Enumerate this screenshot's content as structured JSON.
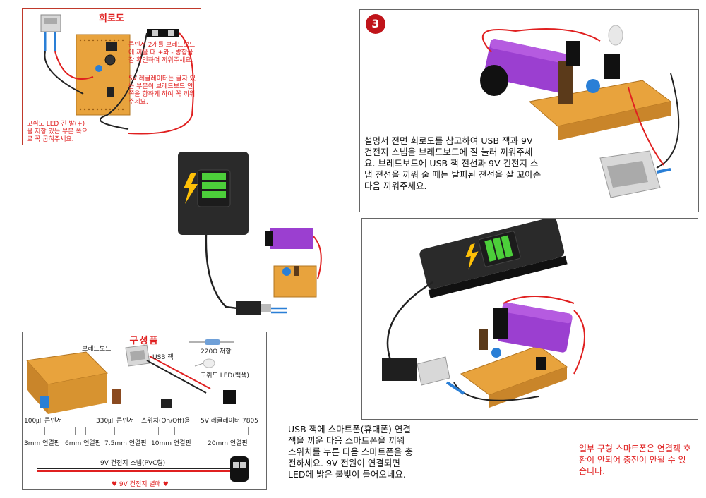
{
  "circuit_diagram": {
    "title": "회로도",
    "note_capacitor": "콘덴서 2개를 브레드보드에 끼울 때 +와 - 방향을 잘 확인하여 끼워주세요.",
    "note_regulator": "5V 레귤레이터는 글자 있는 부분이 브레드보드 안쪽을 향하게 하여 꼭 끼워주세요.",
    "note_led": "고휘도 LED 긴 발(+)을 저항 있는 부분 쪽으로 꼭 굽혀주세요."
  },
  "step3": {
    "badge": "3",
    "instructions": "설명서 전면 회로도를 참고하여 USB 잭과 9V 건전지 스냅을 브레드보드에 잘 눌러 끼워주세요. 브레드보드에 USB 잭 전선과 9V 건전지 스냅 전선을 끼워 줄 때는 탈피된 전선을 잘 꼬아준 다음 끼워주세요."
  },
  "components": {
    "title": "구성품",
    "breadboard": "브레드보드",
    "usb_jack": "USB 잭",
    "resistor": "220Ω 저항",
    "led": "고휘도 LED(백색)",
    "cap_100": "100㎌ 콘덴서",
    "cap_330": "330㎌ 콘덴서",
    "switch": "스위치(On/Off)용",
    "regulator": "5V 레귤레이터 7805",
    "pin_3mm": "3mm 연결핀",
    "pin_6mm": "6mm 연결핀",
    "pin_75mm": "7.5mm 연결핀",
    "pin_10mm": "10mm 연결핀",
    "pin_20mm": "20mm 연결핀",
    "battery_snap": "9V 건전지 스냅(PVC형)",
    "battery_separate": "♥ 9V 건전지 별매 ♥"
  },
  "usage_text": "USB 잭에 스마트폰(휴대폰) 연결잭을 끼운 다음 스마트폰을 끼워 스위치를 누른 다음 스마트폰을 충전하세요. 9V 전원이 연결되면 LED에 밝은 불빛이 들어오네요.",
  "warning_text": "일부 구형 스마트폰은 연결잭 호환이 안되어 충전이 안될 수 있습니다.",
  "colors": {
    "accent_red": "#e02020",
    "breadboard": "#e8a33d",
    "battery": "#9b3fd0",
    "phone": "#2a2a2a",
    "charge_green": "#4ccf3a"
  }
}
